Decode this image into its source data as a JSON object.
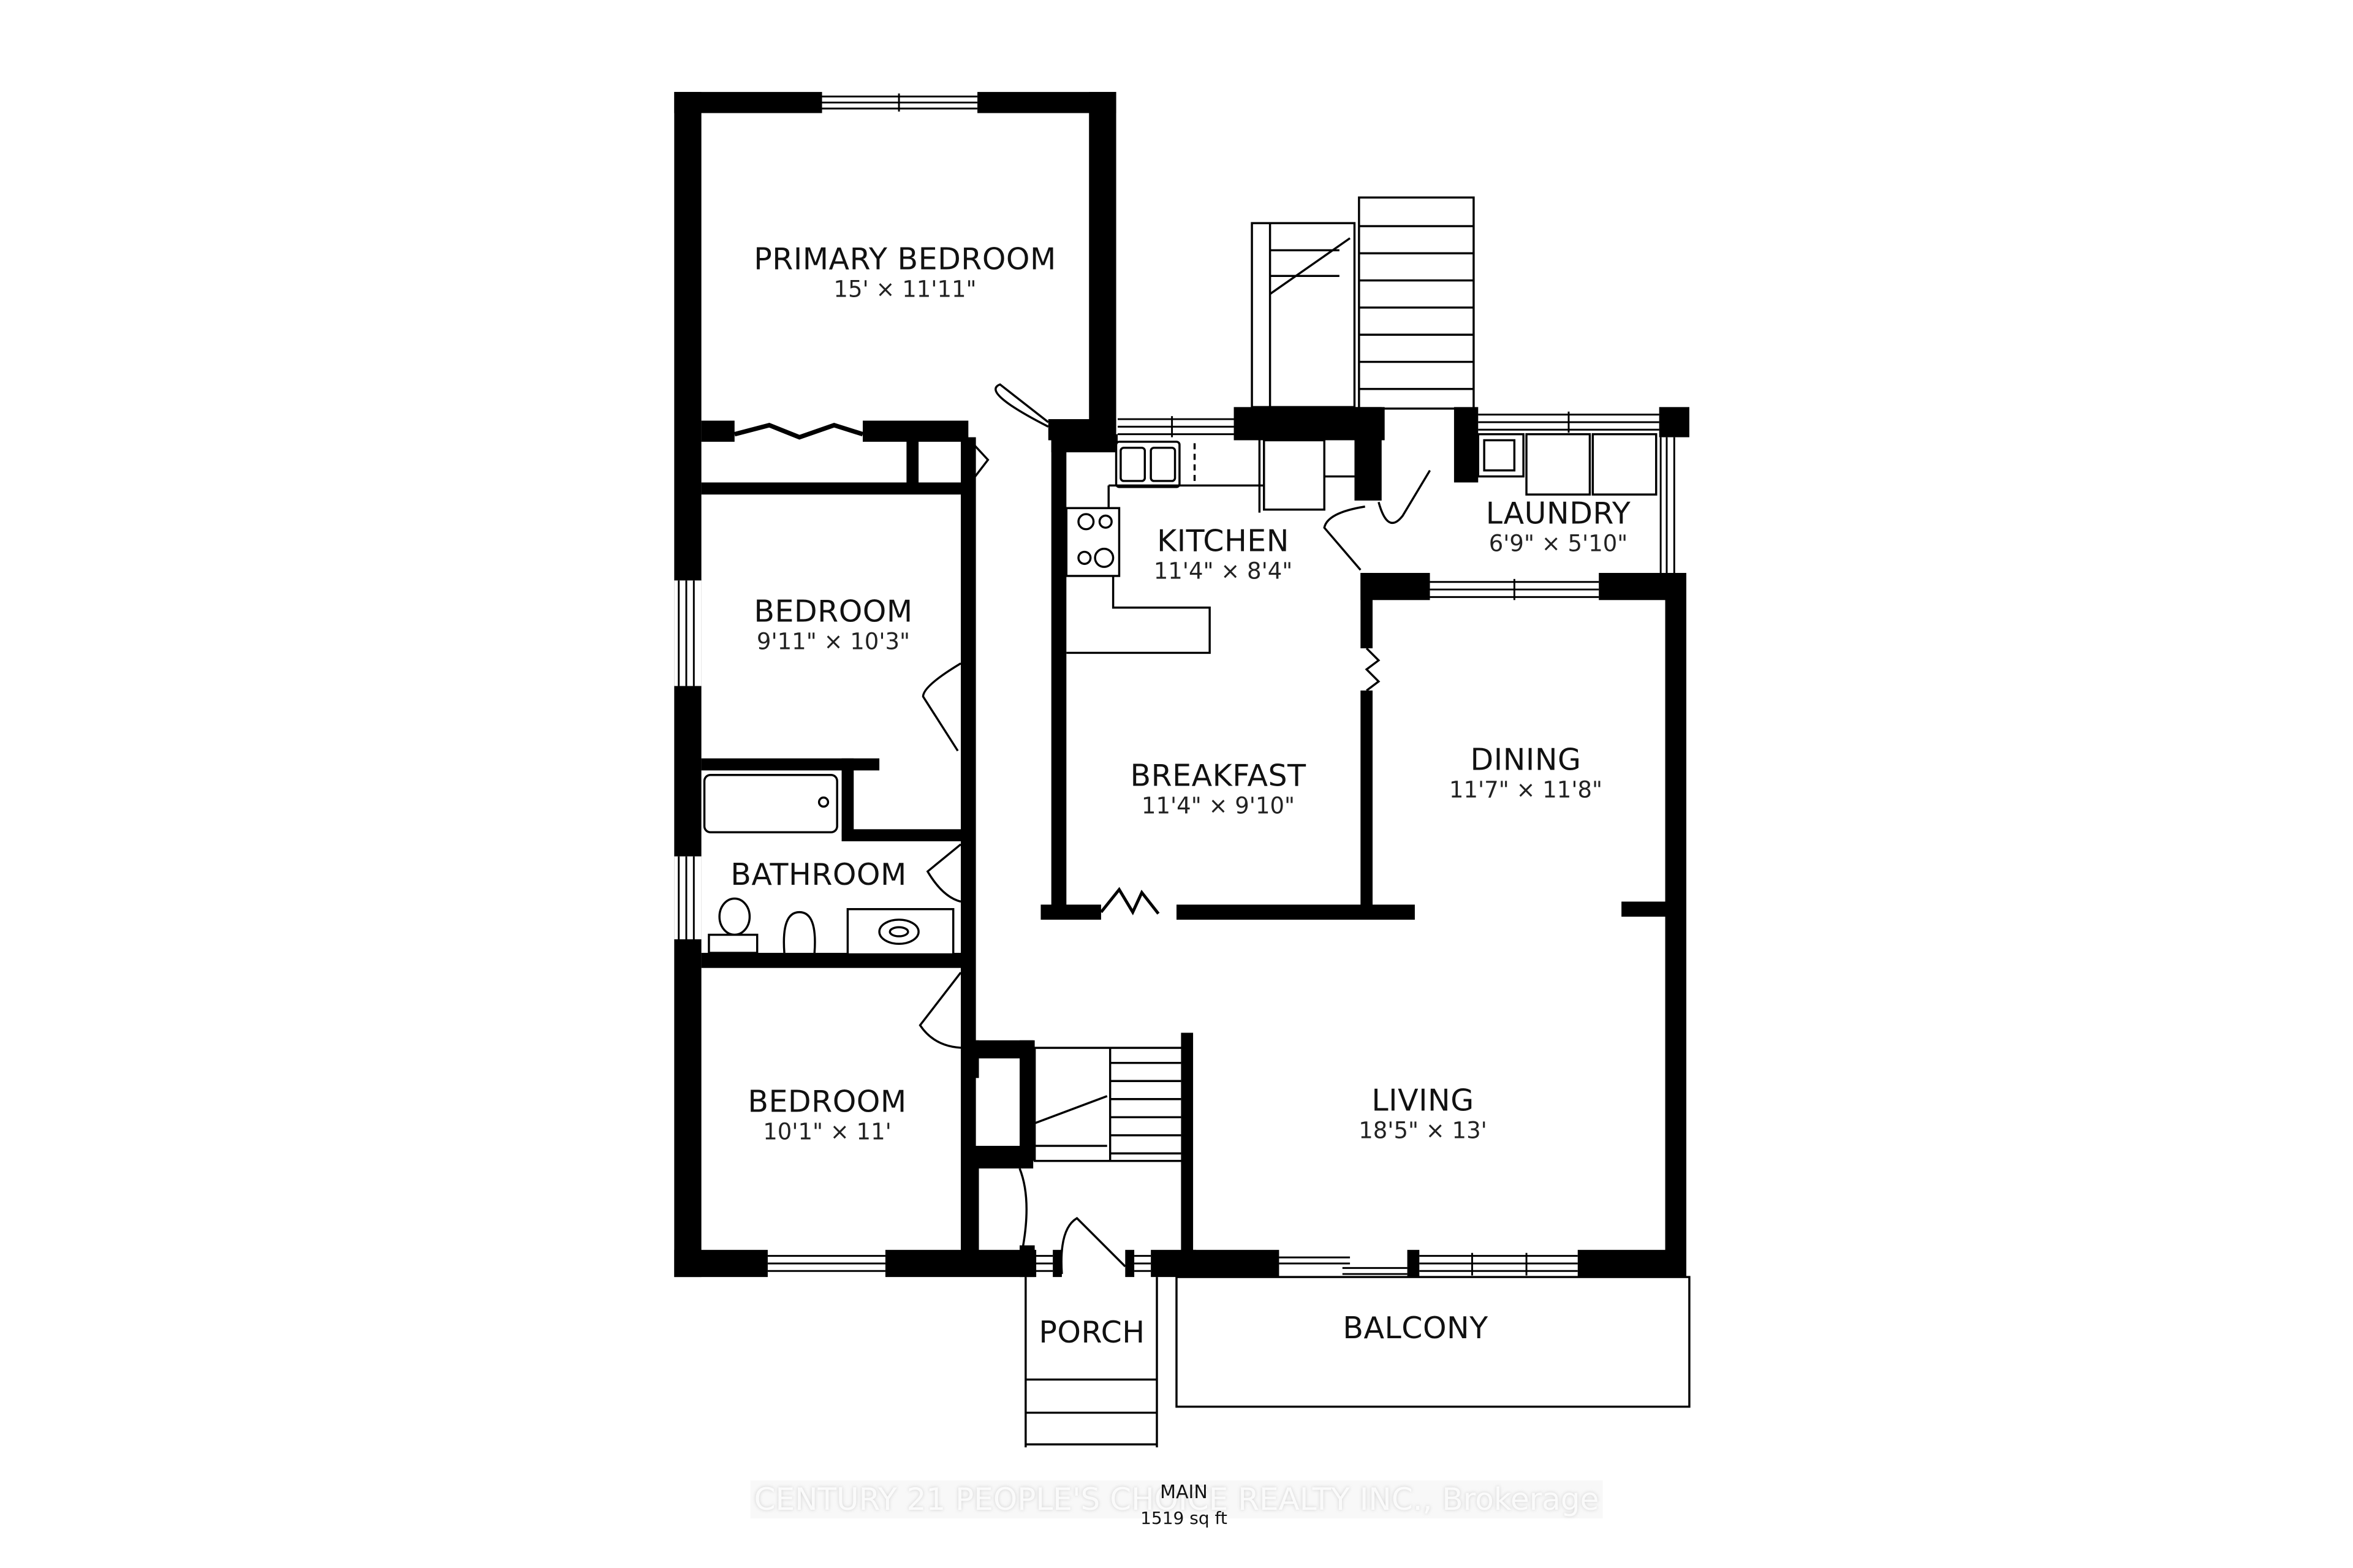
{
  "plan": {
    "level": "MAIN",
    "area": "1519 sq ft",
    "watermark": "CENTURY 21 PEOPLE'S CHOICE REALTY INC., Brokerage"
  },
  "rooms": {
    "primary_bedroom": {
      "name": "PRIMARY BEDROOM",
      "dims": "15' × 11'11\""
    },
    "bedroom_2": {
      "name": "BEDROOM",
      "dims": "9'11\" × 10'3\""
    },
    "bathroom": {
      "name": "BATHROOM",
      "dims": ""
    },
    "bedroom_3": {
      "name": "BEDROOM",
      "dims": "10'1\" × 11'"
    },
    "kitchen": {
      "name": "KITCHEN",
      "dims": "11'4\" × 8'4\""
    },
    "laundry": {
      "name": "LAUNDRY",
      "dims": "6'9\" × 5'10\""
    },
    "breakfast": {
      "name": "BREAKFAST",
      "dims": "11'4\" × 9'10\""
    },
    "dining": {
      "name": "DINING",
      "dims": "11'7\" × 11'8\""
    },
    "living": {
      "name": "LIVING",
      "dims": "18'5\" × 13'"
    },
    "porch": {
      "name": "PORCH",
      "dims": ""
    },
    "balcony": {
      "name": "BALCONY",
      "dims": ""
    }
  },
  "colors": {
    "wall": "#000000",
    "background": "#ffffff"
  }
}
